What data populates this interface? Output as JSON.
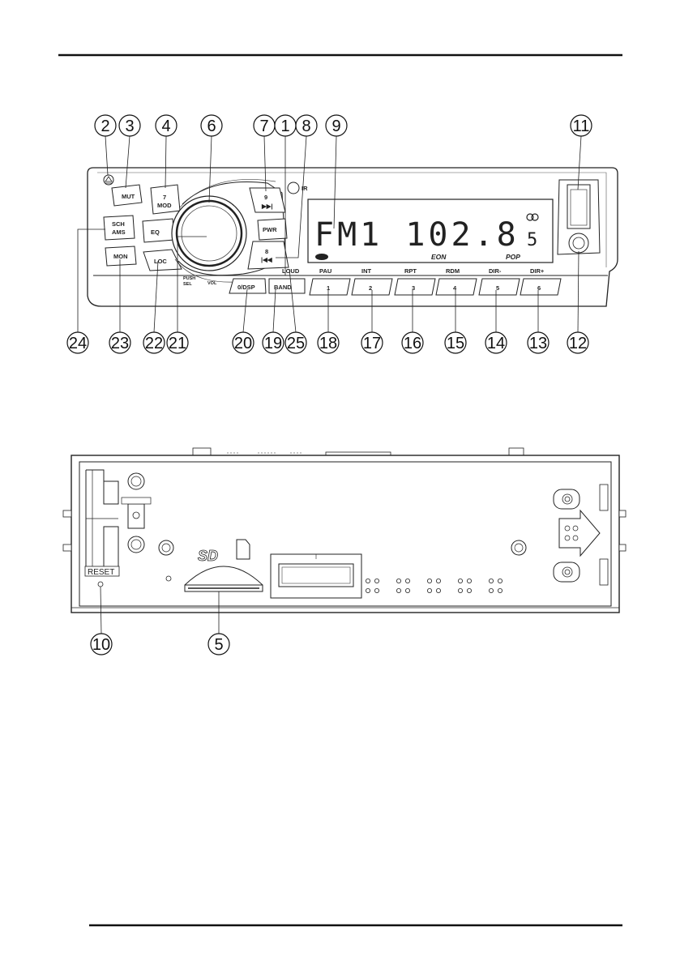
{
  "front_panel": {
    "buttons": {
      "mut": "MUT",
      "mod_num": "7",
      "mod": "MOD",
      "sch": "SCH",
      "ams": "AMS",
      "eq": "EQ",
      "mon": "MON",
      "loc": "LOC",
      "pwr": "PWR",
      "next_num": "9",
      "prev_num": "8",
      "ir": "IR",
      "loud": "LOUD",
      "push": "PUSH",
      "sel": "SEL",
      "vol": "VOL",
      "disp": "0/DSP",
      "band": "BAND"
    },
    "preset_functions": [
      "PAU",
      "INT",
      "RPT",
      "RDM",
      "DIR-",
      "DIR+"
    ],
    "preset_numbers": [
      "1",
      "2",
      "3",
      "4",
      "5",
      "6"
    ],
    "display": {
      "main": "FM1 102.8",
      "eon": "EON",
      "pop": "POP",
      "side_char": "5"
    },
    "callouts_top": [
      "2",
      "3",
      "4",
      "6",
      "7",
      "1",
      "8",
      "9",
      "11"
    ],
    "callouts_bottom": [
      "24",
      "23",
      "22",
      "21",
      "20",
      "19",
      "25",
      "18",
      "17",
      "16",
      "15",
      "14",
      "13",
      "12"
    ]
  },
  "back_panel": {
    "reset": "RESET",
    "sd_logo": "SD",
    "callouts": [
      "10",
      "5"
    ]
  }
}
